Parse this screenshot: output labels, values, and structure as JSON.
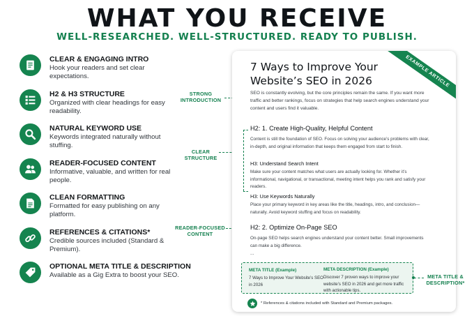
{
  "header": {
    "title": "WHAT YOU RECEIVE",
    "subtitle": "WELL-RESEARCHED. WELL-STRUCTURED. READY TO PUBLISH."
  },
  "features": [
    {
      "icon": "document-icon",
      "title": "CLEAR & ENGAGING INTRO",
      "desc": "Hook your readers and set clear expectations."
    },
    {
      "icon": "list-icon",
      "title": "H2 & H3 STRUCTURE",
      "desc": "Organized with clear headings for easy readability."
    },
    {
      "icon": "search-icon",
      "title": "NATURAL KEYWORD USE",
      "desc": "Keywords integrated naturally without stuffing."
    },
    {
      "icon": "users-icon",
      "title": "READER-FOCUSED CONTENT",
      "desc": "Informative, valuable, and written for real people."
    },
    {
      "icon": "page-icon",
      "title": "CLEAN FORMATTING",
      "desc": "Formatted for easy publishing on any platform."
    },
    {
      "icon": "link-icon",
      "title": "REFERENCES & CITATIONS*",
      "desc": "Credible sources included (Standard & Premium)."
    },
    {
      "icon": "tag-icon",
      "title": "OPTIONAL META TITLE & DESCRIPTION",
      "desc": "Available as a Gig Extra to boost your SEO."
    }
  ],
  "callouts": {
    "intro": "STRONG\nINTRODUCTION",
    "structure": "CLEAR\nSTRUCTURE",
    "reader": "READER-FOCUSED\nCONTENT",
    "meta": "META TITLE &\nDESCRIPTION*"
  },
  "article": {
    "ribbon": "EXAMPLE ARTICLE",
    "title": "7 Ways to Improve Your Website’s SEO in 2026",
    "intro": "SEO is constantly evolving, but the core principles remain the same. If you want more traffic and better rankings, focus on strategies that help search engines understand your content and users find it valuable.",
    "h2_1": "H2: 1. Create High-Quality, Helpful Content",
    "p1": "Content is still the foundation of SEO. Focus on solving your audience’s problems with clear, in-depth, and original information that keeps them engaged from start to finish.",
    "h3_1": "H3: Understand Search Intent",
    "p2": "Make sure your content matches what users are actually looking for. Whether it’s informational, navigational, or transactional, meeting intent helps you rank and satisfy your readers.",
    "h3_2": "H3: Use Keywords Naturally",
    "p3": "Place your primary keyword in key areas like the title, headings, intro, and conclusion—naturally. Avoid keyword stuffing and focus on readability.",
    "h2_2": "H2: 2. Optimize On-Page SEO",
    "p4": "On-page SEO helps search engines understand your content better. Small improvements can make a big difference.",
    "ellipsis": "...",
    "meta_title_label": "META TITLE (Example)",
    "meta_title_value": "7 Ways to Improve Your Website’s SEO in 2026",
    "meta_desc_label": "META DESCRIPTION (Example)",
    "meta_desc_value": "Discover 7 proven ways to improve your website’s SEO in 2026 and get more traffic with actionable tips.",
    "footnote": "* References & citations included with Standard and Premium packages."
  },
  "colors": {
    "accent": "#15844f",
    "text": "#101418"
  }
}
